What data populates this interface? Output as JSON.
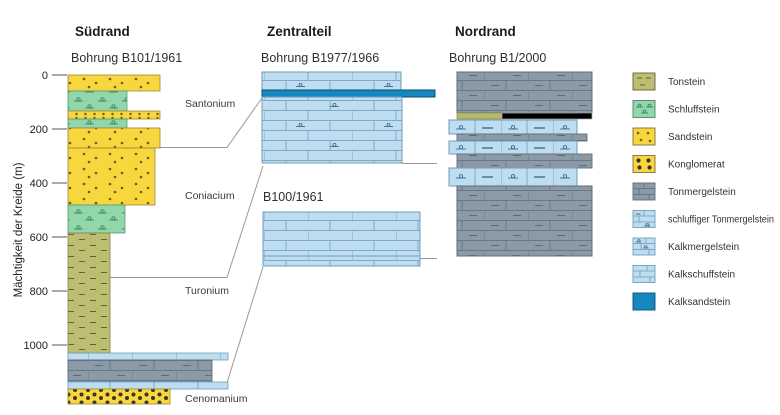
{
  "sections": {
    "sued": {
      "title": "Südrand",
      "borehole": "Bohrung B101/1961"
    },
    "zentral": {
      "title": "Zentralteil",
      "borehole_top": "Bohrung B1977/1966",
      "borehole_bottom": "B100/1961"
    },
    "nord": {
      "title": "Nordrand",
      "borehole": "Bohrung B1/2000"
    }
  },
  "axis": {
    "label": "Mächtigkeit der Kreide (m)",
    "ticks": [
      "0",
      "200",
      "400",
      "600",
      "800",
      "1000"
    ]
  },
  "stages": [
    {
      "label": "Santonium"
    },
    {
      "label": "Coniacium"
    },
    {
      "label": "Turonium"
    },
    {
      "label": "Cenomanium"
    }
  ],
  "legend": {
    "items": [
      {
        "label": "Tonstein",
        "color": "#bdbe72"
      },
      {
        "label": "Schluffstein",
        "color": "#93d6ac"
      },
      {
        "label": "Sandstein",
        "color": "#f8d73e"
      },
      {
        "label": "Konglomerat",
        "color": "#f8d73e"
      },
      {
        "label": "Tonmergelstein",
        "color": "#8c9aa6"
      },
      {
        "label": "schluffiger Tonmergelstein",
        "color": "#bfddf1"
      },
      {
        "label": "Kalkmergelstein",
        "color": "#bfddf1"
      },
      {
        "label": "Kalkschuffstein",
        "color": "#bfddf1"
      },
      {
        "label": "Kalksandstein",
        "color": "#1787bf"
      }
    ]
  },
  "boreholes": [
    {
      "name": "Bohrung B101/1961",
      "region": "Südrand",
      "layers": [
        {
          "lithology": "Sandstein",
          "top_m": 0,
          "base_m": 60
        },
        {
          "lithology": "Schluffstein",
          "top_m": 60,
          "base_m": 135
        },
        {
          "lithology": "Sandstein",
          "top_m": 135,
          "base_m": 165
        },
        {
          "lithology": "Schluffstein",
          "top_m": 165,
          "base_m": 195
        },
        {
          "lithology": "Sandstein",
          "top_m": 195,
          "base_m": 480
        },
        {
          "lithology": "Schluffstein",
          "top_m": 480,
          "base_m": 585
        },
        {
          "lithology": "Tonstein",
          "top_m": 585,
          "base_m": 1030
        },
        {
          "lithology": "Kalkschuffstein",
          "top_m": 1030,
          "base_m": 1055
        },
        {
          "lithology": "Tonmergelstein",
          "top_m": 1055,
          "base_m": 1135
        },
        {
          "lithology": "Kalkschuffstein",
          "top_m": 1135,
          "base_m": 1160
        },
        {
          "lithology": "Konglomerat",
          "top_m": 1160,
          "base_m": 1215
        }
      ]
    },
    {
      "name": "Bohrung B1977/1966",
      "region": "Zentralteil",
      "layers": [
        {
          "lithology": "Kalkmergelstein"
        },
        {
          "lithology": "Kalksandstein"
        },
        {
          "lithology": "Kalkmergelstein"
        }
      ]
    },
    {
      "name": "B100/1961",
      "region": "Zentralteil",
      "layers": [
        {
          "lithology": "Kalkschuffstein"
        }
      ]
    },
    {
      "name": "Bohrung B1/2000",
      "region": "Nordrand",
      "layers": [
        {
          "lithology": "Tonmergelstein"
        },
        {
          "lithology": "Tonstein"
        },
        {
          "lithology": "schluffiger Tonmergelstein"
        },
        {
          "lithology": "Tonmergelstein"
        },
        {
          "lithology": "schluffiger Tonmergelstein"
        },
        {
          "lithology": "Tonmergelstein"
        },
        {
          "lithology": "schluffiger Tonmergelstein"
        },
        {
          "lithology": "Tonmergelstein"
        }
      ]
    }
  ]
}
